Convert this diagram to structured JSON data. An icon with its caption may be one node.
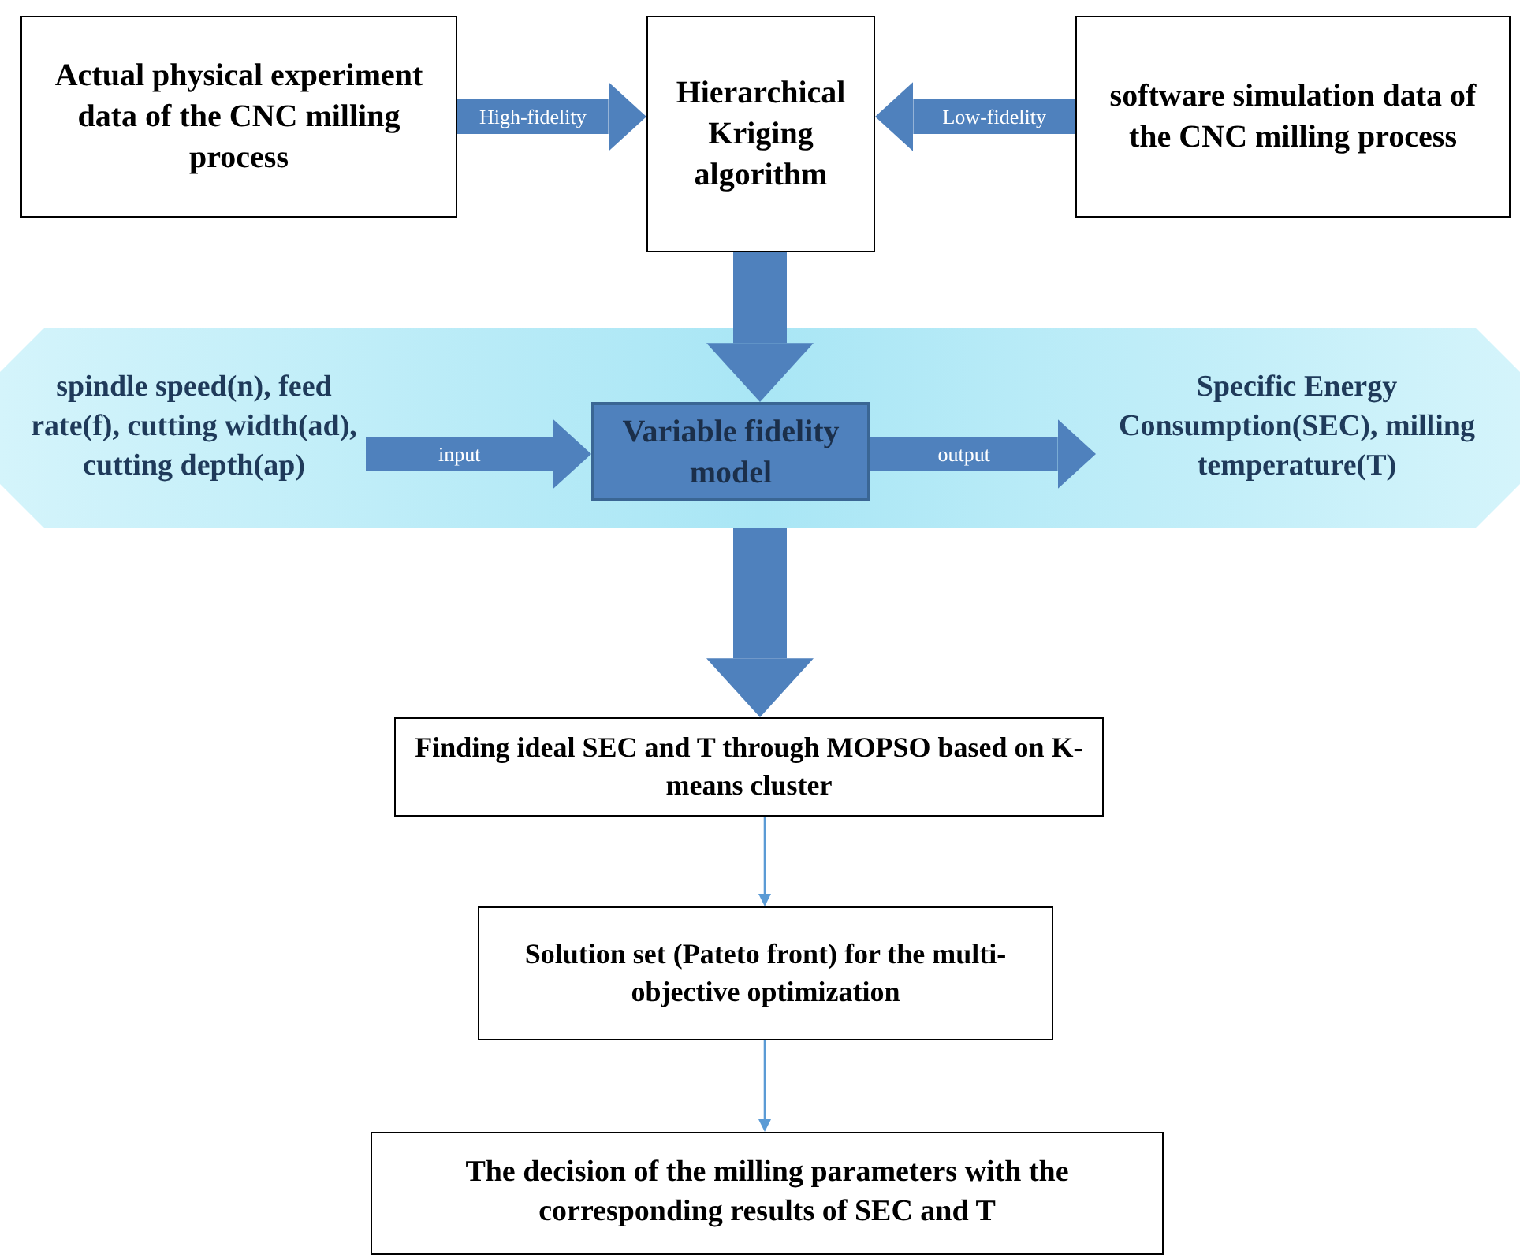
{
  "diagram": {
    "nodes": [
      {
        "text": [
          "Actual physical experiment data  of the CNC milling process"
        ]
      },
      {
        "text": [
          "Hierarchical Kriging algorithm"
        ]
      },
      {
        "text": [
          "software simulation data of the CNC milling process"
        ]
      },
      {
        "text": [],
        "shape": "band"
      },
      {
        "text": [
          "spindle speed(n), feed rate(f), cutting width(ad), cutting depth(ap)"
        ],
        "in": 3
      },
      {
        "text": [
          "Variable fidelity model"
        ],
        "in": 3
      },
      {
        "text": [
          "Specific Energy Consumption(SEC), milling temperature(T)"
        ],
        "in": 3
      },
      {
        "text": [
          "Finding ideal SEC and T through MOPSO based on K-means cluster"
        ]
      },
      {
        "text": [
          "Solution set (Pateto front)  for the multi-objective optimization"
        ]
      },
      {
        "text": [
          "The decision of the milling parameters with the corresponding results of SEC and T"
        ]
      }
    ],
    "edges": [
      {
        "from": 0,
        "to": 1,
        "arrow": "to",
        "label": "High-fidelity"
      },
      {
        "from": 2,
        "to": 1,
        "arrow": "to",
        "label": "Low-fidelity"
      },
      {
        "from": 1,
        "to": 5,
        "arrow": "to"
      },
      {
        "from": 4,
        "to": 5,
        "arrow": "to",
        "label": "input"
      },
      {
        "from": 5,
        "to": 6,
        "arrow": "to",
        "label": "output"
      },
      {
        "from": 3,
        "to": 7,
        "arrow": "to"
      },
      {
        "from": 7,
        "to": 8,
        "arrow": "to",
        "color": "#5b9bd5"
      },
      {
        "from": 8,
        "to": 9,
        "arrow": "to",
        "color": "#5b9bd5"
      }
    ]
  }
}
